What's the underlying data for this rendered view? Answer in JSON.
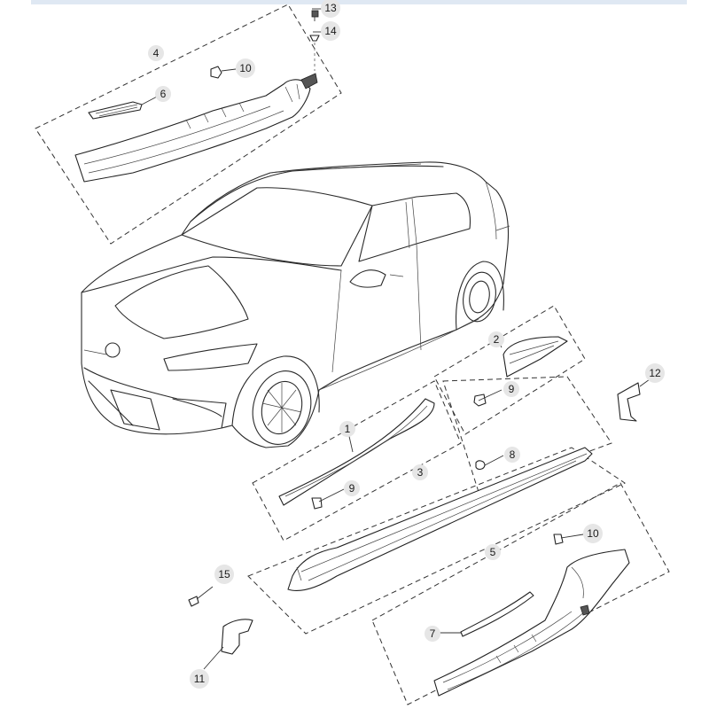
{
  "callouts": {
    "c1": "1",
    "c2": "2",
    "c3": "3",
    "c4": "4",
    "c5": "5",
    "c6": "6",
    "c7": "7",
    "c8": "8",
    "c9a": "9",
    "c9b": "9",
    "c10a": "10",
    "c10b": "10",
    "c11": "11",
    "c12": "12",
    "c13": "13",
    "c14": "14",
    "c15": "15"
  },
  "colors": {
    "top_band": "#dfe8f3",
    "callout_bubble": "#e6e6e6",
    "line": "#2a2a2a"
  }
}
